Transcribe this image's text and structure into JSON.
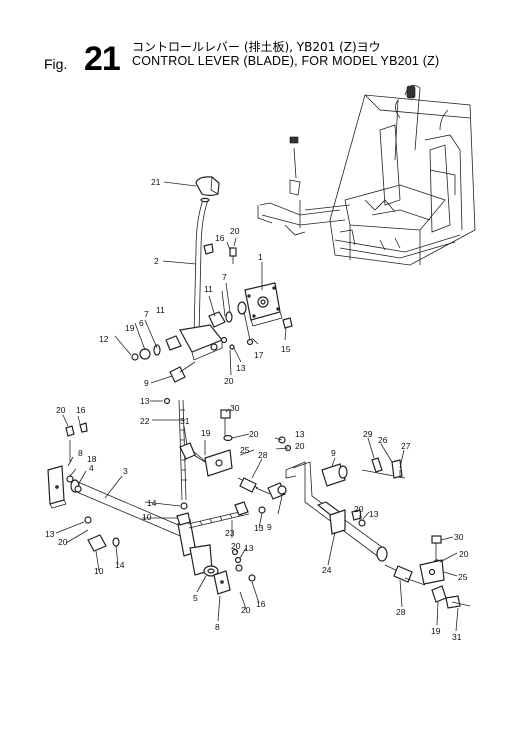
{
  "header": {
    "fig_label": "Fig.",
    "fig_number": "21",
    "title_jp": "コントロールレバー (排土板), YB201 (Z)ヨウ",
    "title_en": "CONTROL LEVER (BLADE), FOR MODEL YB201 (Z)"
  },
  "callouts": [
    {
      "id": "c21",
      "num": "21"
    },
    {
      "id": "c16a",
      "num": "16"
    },
    {
      "id": "c20a",
      "num": "20"
    },
    {
      "id": "c2",
      "num": "2"
    },
    {
      "id": "c7a",
      "num": "7"
    },
    {
      "id": "c1",
      "num": "1"
    },
    {
      "id": "c11a",
      "num": "11"
    },
    {
      "id": "c7b",
      "num": "7"
    },
    {
      "id": "c11b",
      "num": "11"
    },
    {
      "id": "c19a",
      "num": "19"
    },
    {
      "id": "c6",
      "num": "6"
    },
    {
      "id": "c12",
      "num": "12"
    },
    {
      "id": "c17",
      "num": "17"
    },
    {
      "id": "c15",
      "num": "15"
    },
    {
      "id": "c13a",
      "num": "13"
    },
    {
      "id": "c20b",
      "num": "20"
    },
    {
      "id": "c9a",
      "num": "9"
    },
    {
      "id": "c13b",
      "num": "13"
    },
    {
      "id": "c22",
      "num": "22"
    },
    {
      "id": "c30a",
      "num": "30"
    },
    {
      "id": "c20c",
      "num": "20"
    },
    {
      "id": "c16b",
      "num": "16"
    },
    {
      "id": "c31a",
      "num": "31"
    },
    {
      "id": "c19b",
      "num": "19"
    },
    {
      "id": "c20d",
      "num": "20"
    },
    {
      "id": "c13c",
      "num": "13"
    },
    {
      "id": "c20e",
      "num": "20"
    },
    {
      "id": "c8a",
      "num": "8"
    },
    {
      "id": "c18",
      "num": "18"
    },
    {
      "id": "c4",
      "num": "4"
    },
    {
      "id": "c3",
      "num": "3"
    },
    {
      "id": "c25a",
      "num": "25"
    },
    {
      "id": "c28a",
      "num": "28"
    },
    {
      "id": "c9b",
      "num": "9"
    },
    {
      "id": "c29",
      "num": "29"
    },
    {
      "id": "c26",
      "num": "26"
    },
    {
      "id": "c27",
      "num": "27"
    },
    {
      "id": "c14a",
      "num": "14"
    },
    {
      "id": "c10a",
      "num": "10"
    },
    {
      "id": "c23",
      "num": "23"
    },
    {
      "id": "c13d",
      "num": "13"
    },
    {
      "id": "c9c",
      "num": "9"
    },
    {
      "id": "c20f",
      "num": "20"
    },
    {
      "id": "c13e",
      "num": "13"
    },
    {
      "id": "c13f",
      "num": "13"
    },
    {
      "id": "c20g",
      "num": "20"
    },
    {
      "id": "c10b",
      "num": "10"
    },
    {
      "id": "c14b",
      "num": "14"
    },
    {
      "id": "c20h",
      "num": "20"
    },
    {
      "id": "c13g",
      "num": "13"
    },
    {
      "id": "c5",
      "num": "5"
    },
    {
      "id": "c20i",
      "num": "20"
    },
    {
      "id": "c16c",
      "num": "16"
    },
    {
      "id": "c8b",
      "num": "8"
    },
    {
      "id": "c24",
      "num": "24"
    },
    {
      "id": "c30b",
      "num": "30"
    },
    {
      "id": "c20j",
      "num": "20"
    },
    {
      "id": "c25b",
      "num": "25"
    },
    {
      "id": "c28b",
      "num": "28"
    },
    {
      "id": "c19c",
      "num": "19"
    },
    {
      "id": "c31b",
      "num": "31"
    }
  ]
}
